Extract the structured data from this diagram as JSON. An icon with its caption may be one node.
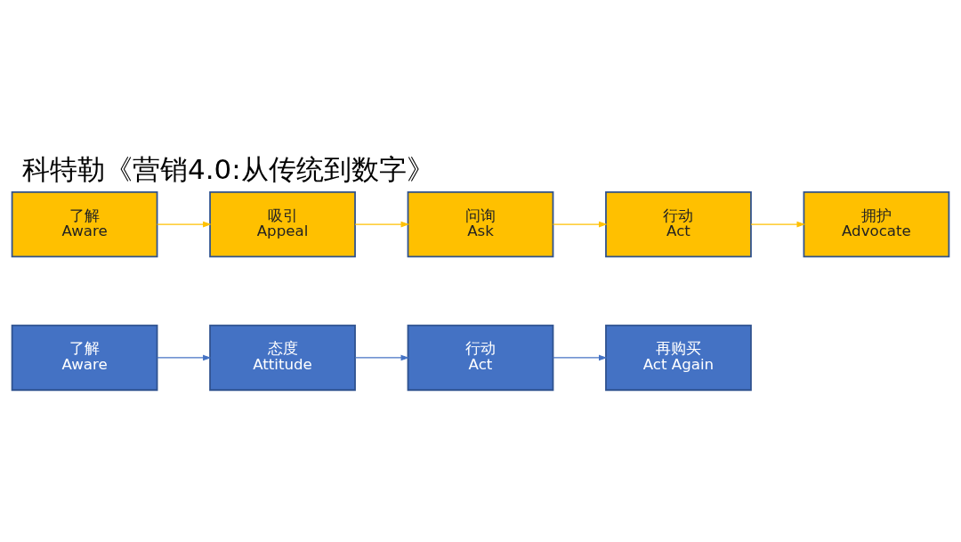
{
  "diagram": {
    "title": "科特勒《营销4.0:从传统到数字》",
    "nodes": [
      {
        "text": [
          "了解",
          "Aware"
        ]
      },
      {
        "text": [
          "态度",
          "Attitude"
        ]
      },
      {
        "text": [
          "行动",
          "Act"
        ]
      },
      {
        "text": [
          "再购买",
          "Act Again"
        ]
      },
      {
        "text": [
          "了解",
          "Aware"
        ]
      },
      {
        "text": [
          "吸引",
          "Appeal"
        ]
      },
      {
        "text": [
          "问询",
          "Ask"
        ]
      },
      {
        "text": [
          "行动",
          "Act"
        ]
      },
      {
        "text": [
          "拥护",
          "Advocate"
        ]
      }
    ],
    "edges": [
      {
        "from": 0,
        "to": 1,
        "arrow": "to",
        "color": "#4472c4"
      },
      {
        "from": 1,
        "to": 2,
        "arrow": "to",
        "color": "#4472c4"
      },
      {
        "from": 2,
        "to": 3,
        "arrow": "to",
        "color": "#4472c4"
      },
      {
        "from": 4,
        "to": 5,
        "arrow": "to"
      },
      {
        "from": 5,
        "to": 6,
        "arrow": "to"
      },
      {
        "from": 6,
        "to": 7,
        "arrow": "to"
      },
      {
        "from": 7,
        "to": 8,
        "arrow": "to"
      }
    ]
  }
}
